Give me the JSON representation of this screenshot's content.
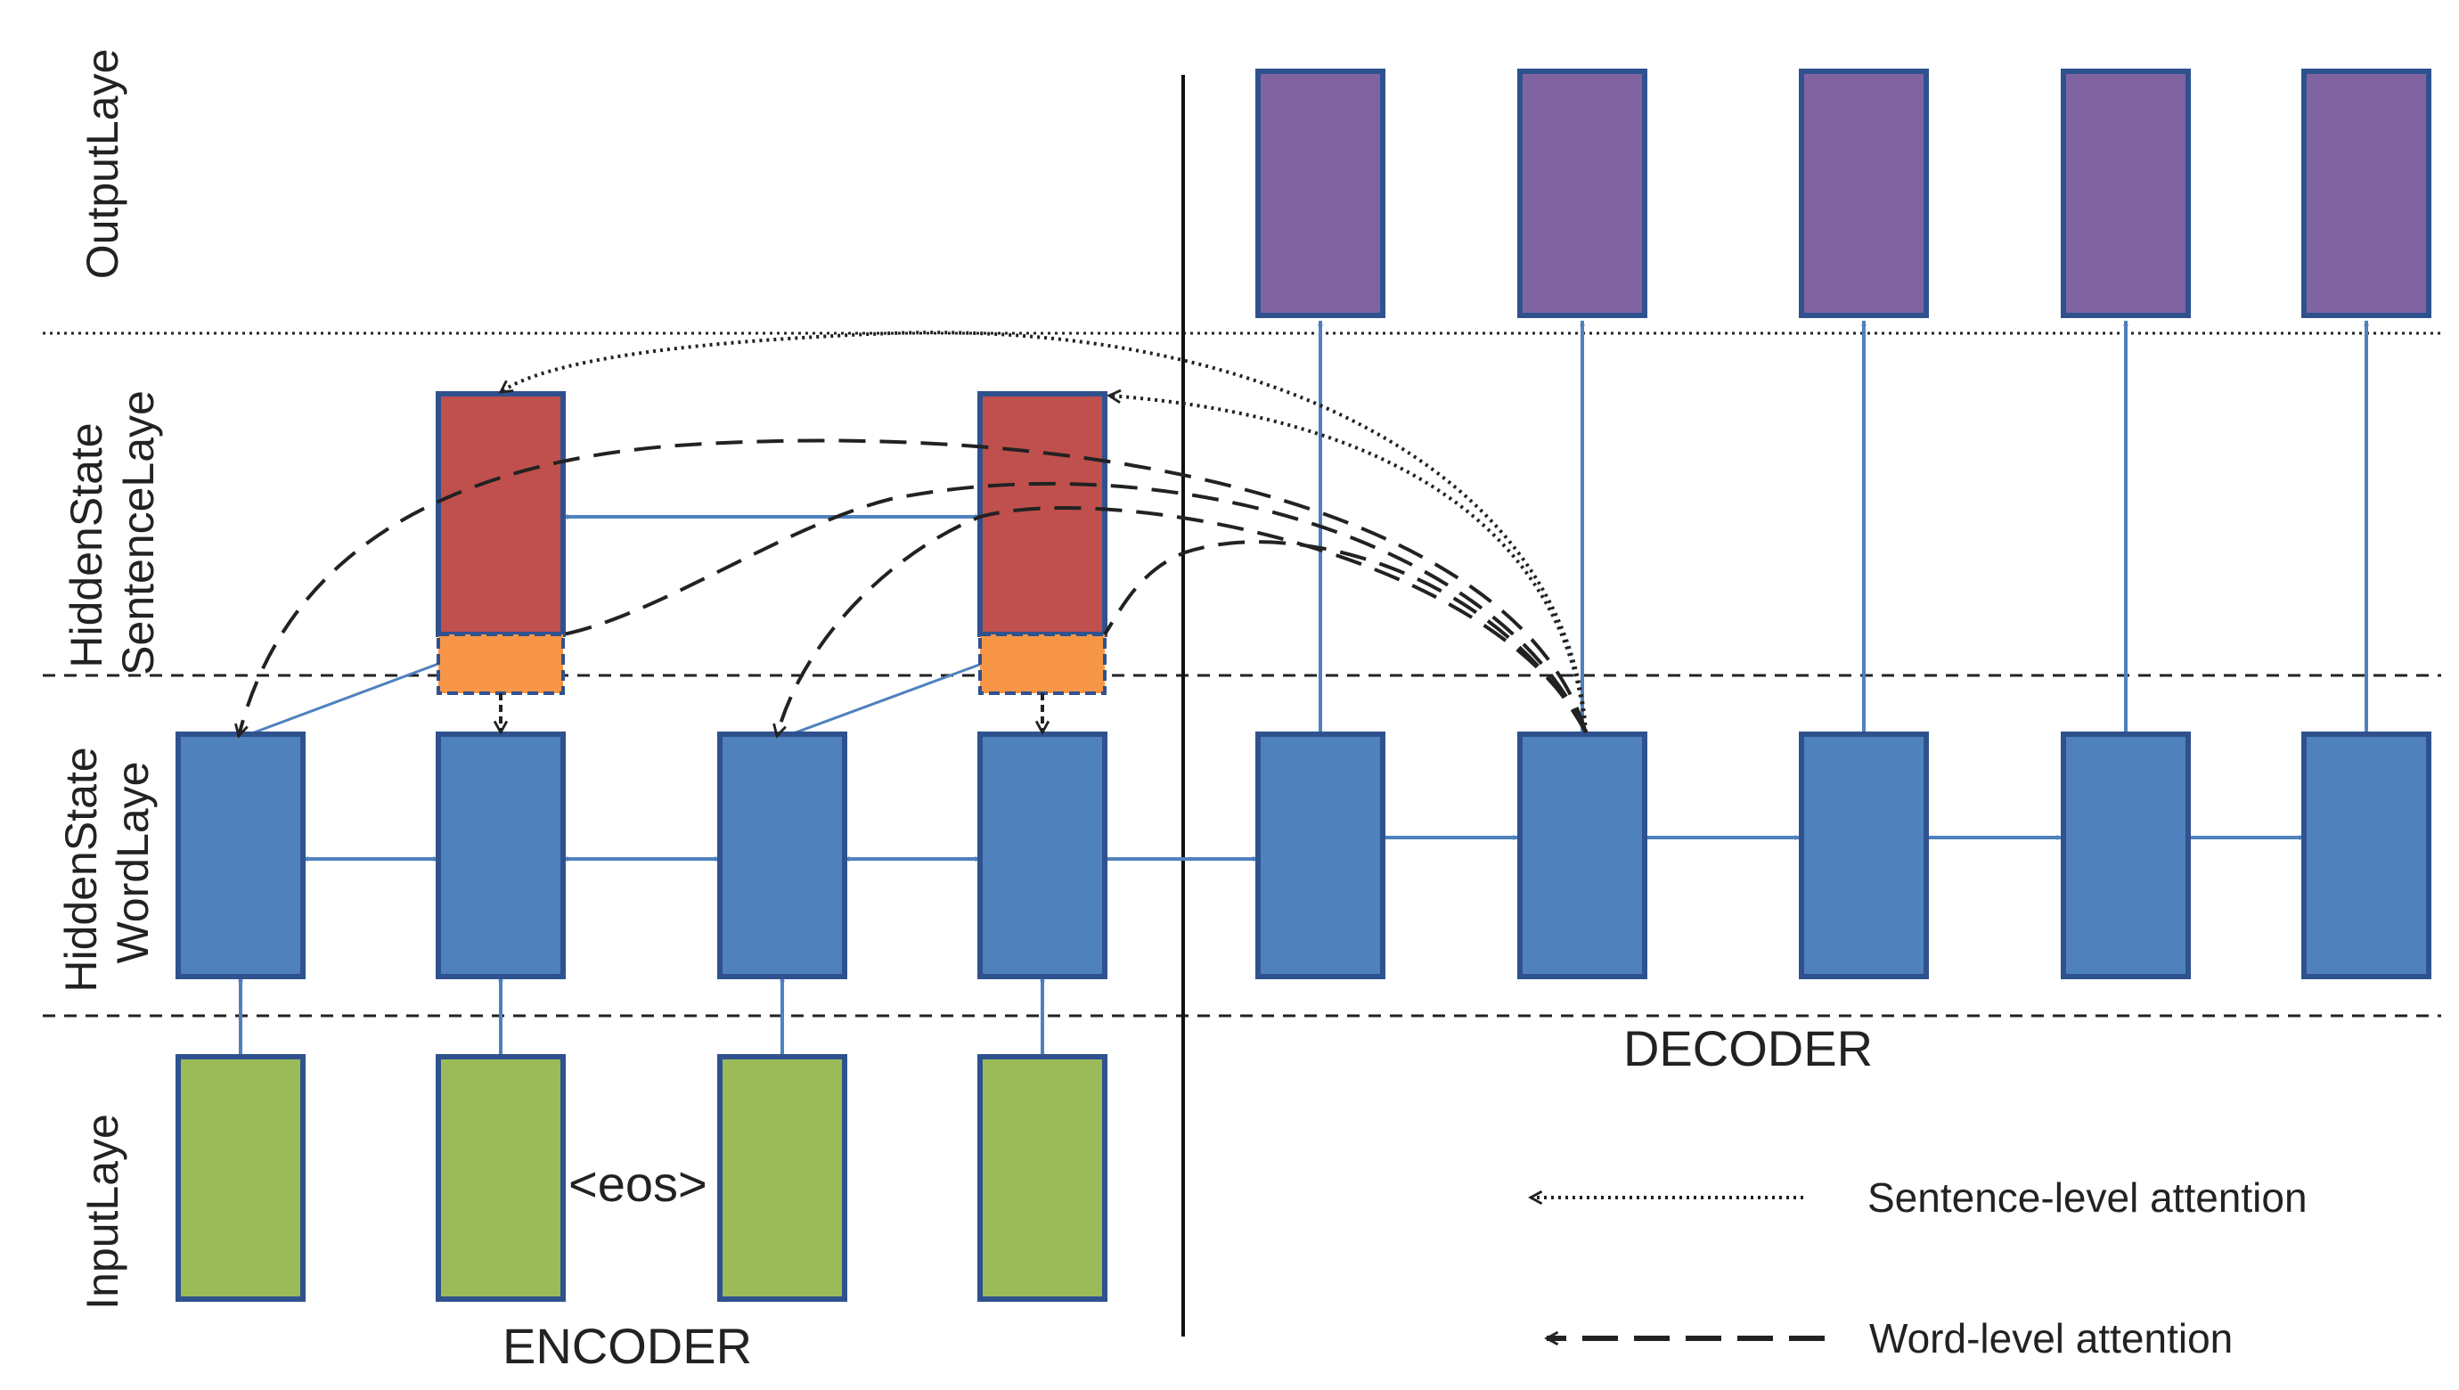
{
  "row_labels": {
    "output": "OutputLaye",
    "sentence_1": "HiddenState",
    "sentence_2": "SentenceLaye",
    "word_1": "HiddenState",
    "word_2": "WordLaye",
    "input": "InputLaye"
  },
  "encoder_label": "ENCODER",
  "decoder_label": "DECODER",
  "eos_label": "<eos>",
  "legend": {
    "sentence": "Sentence-level attention",
    "word": "Word-level attention"
  },
  "colors": {
    "blue": "#4f81bd",
    "border": "#2f528f",
    "purple": "#8064a2",
    "red": "#c0504d",
    "orange": "#f79646",
    "green": "#9bbb59",
    "arrow": "#4f81bd",
    "attention": "#222222"
  }
}
